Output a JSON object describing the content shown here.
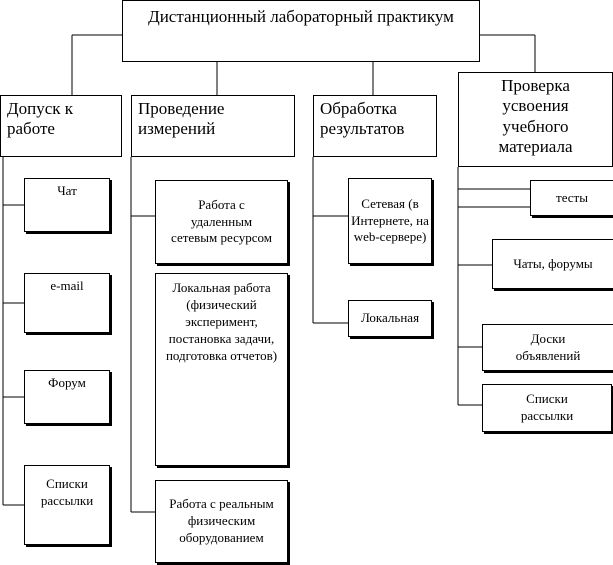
{
  "root": {
    "label": "Дистанционный лабораторный практикум"
  },
  "categories": [
    {
      "label": "Допуск к работе"
    },
    {
      "label": "Проведение измерений"
    },
    {
      "label": "Обработка результатов"
    },
    {
      "label": "Проверка усвоения учебного материала"
    }
  ],
  "col1": [
    {
      "label": "Чат"
    },
    {
      "label": "e-mail"
    },
    {
      "label": "Форум"
    },
    {
      "label": "Списки рассылки"
    }
  ],
  "col2": [
    {
      "label": "Работа с удаленным сетевым ресурсом"
    },
    {
      "label": "Локальная работа (физический эксперимент, постановка задачи, подготовка отчетов)"
    },
    {
      "label": "Работа с реальным физическим оборудованием"
    }
  ],
  "col3": [
    {
      "label": "Сетевая (в Интернете, на web-сервере)"
    },
    {
      "label": "Локальная"
    }
  ],
  "col4": [
    {
      "label": "тесты"
    },
    {
      "label": "Чаты, форумы"
    },
    {
      "label": "Доски объявлений"
    },
    {
      "label": "Списки рассылки"
    }
  ]
}
